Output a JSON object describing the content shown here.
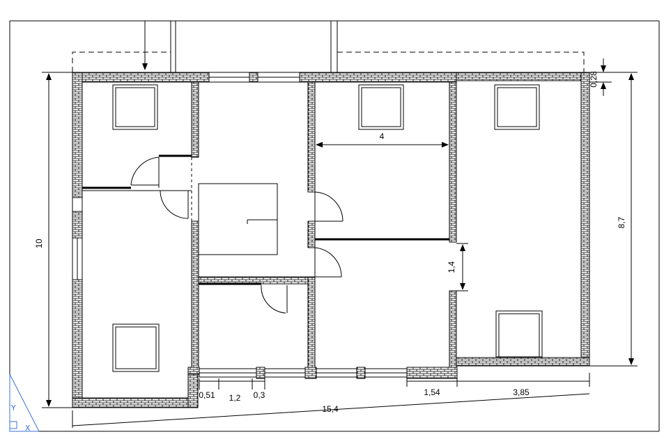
{
  "drawing": {
    "dimensions": {
      "total_width": "15,4",
      "total_height": "10",
      "right_height": "8,7",
      "top_offset": "0,28",
      "room_width": "4",
      "passage_width": "1,4",
      "bottom_a": "0,51",
      "bottom_b": "1,2",
      "bottom_c": "0,3",
      "bottom_d": "1,54",
      "bottom_e": "3,85"
    },
    "ucs": {
      "y_label": "Y",
      "x_label": "X"
    },
    "colors": {
      "lines": "#000000",
      "ucs": "#3a6fd8",
      "background": "#ffffff"
    }
  }
}
